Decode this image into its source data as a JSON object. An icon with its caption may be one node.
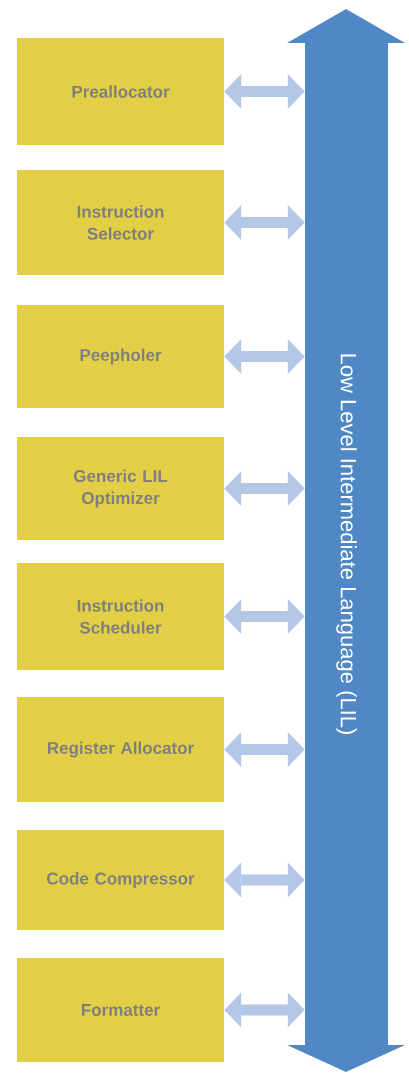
{
  "diagram": {
    "nodes": [
      {
        "text": [
          "Preallocator"
        ]
      },
      {
        "text": [
          "Instruction Selector"
        ]
      },
      {
        "text": [
          "Peepholer"
        ]
      },
      {
        "text": [
          "Generic LIL Optimizer"
        ]
      },
      {
        "text": [
          "Instruction Scheduler"
        ]
      },
      {
        "text": [
          "Register Allocator"
        ]
      },
      {
        "text": [
          "Code Compressor"
        ]
      },
      {
        "text": [
          "Formatter"
        ]
      },
      {
        "text": [
          "Low Level Intermediate Language (LIL)"
        ]
      }
    ],
    "edges": [
      {
        "from": 0,
        "to": 8,
        "arrow": "both"
      },
      {
        "from": 1,
        "to": 8,
        "arrow": "both"
      },
      {
        "from": 2,
        "to": 8,
        "arrow": "both"
      },
      {
        "from": 3,
        "to": 8,
        "arrow": "both"
      },
      {
        "from": 4,
        "to": 8,
        "arrow": "both"
      },
      {
        "from": 5,
        "to": 8,
        "arrow": "both"
      },
      {
        "from": 6,
        "to": 8,
        "arrow": "both"
      },
      {
        "from": 7,
        "to": 8,
        "arrow": "both"
      }
    ]
  }
}
